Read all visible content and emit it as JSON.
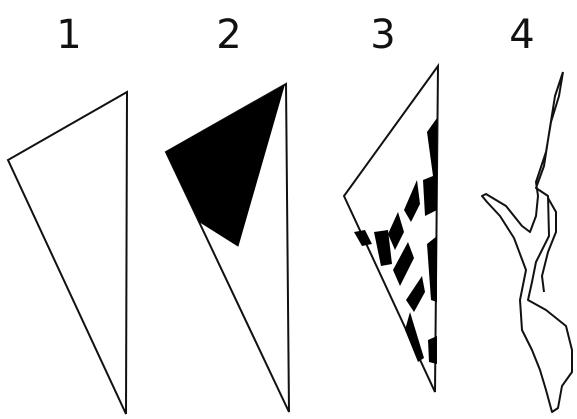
{
  "panels": [
    {
      "label": "1"
    },
    {
      "label": "2"
    },
    {
      "label": "3"
    },
    {
      "label": "4"
    }
  ],
  "colors": {
    "background": "#ffffff",
    "stroke": "#111111",
    "fill": "#000000"
  }
}
